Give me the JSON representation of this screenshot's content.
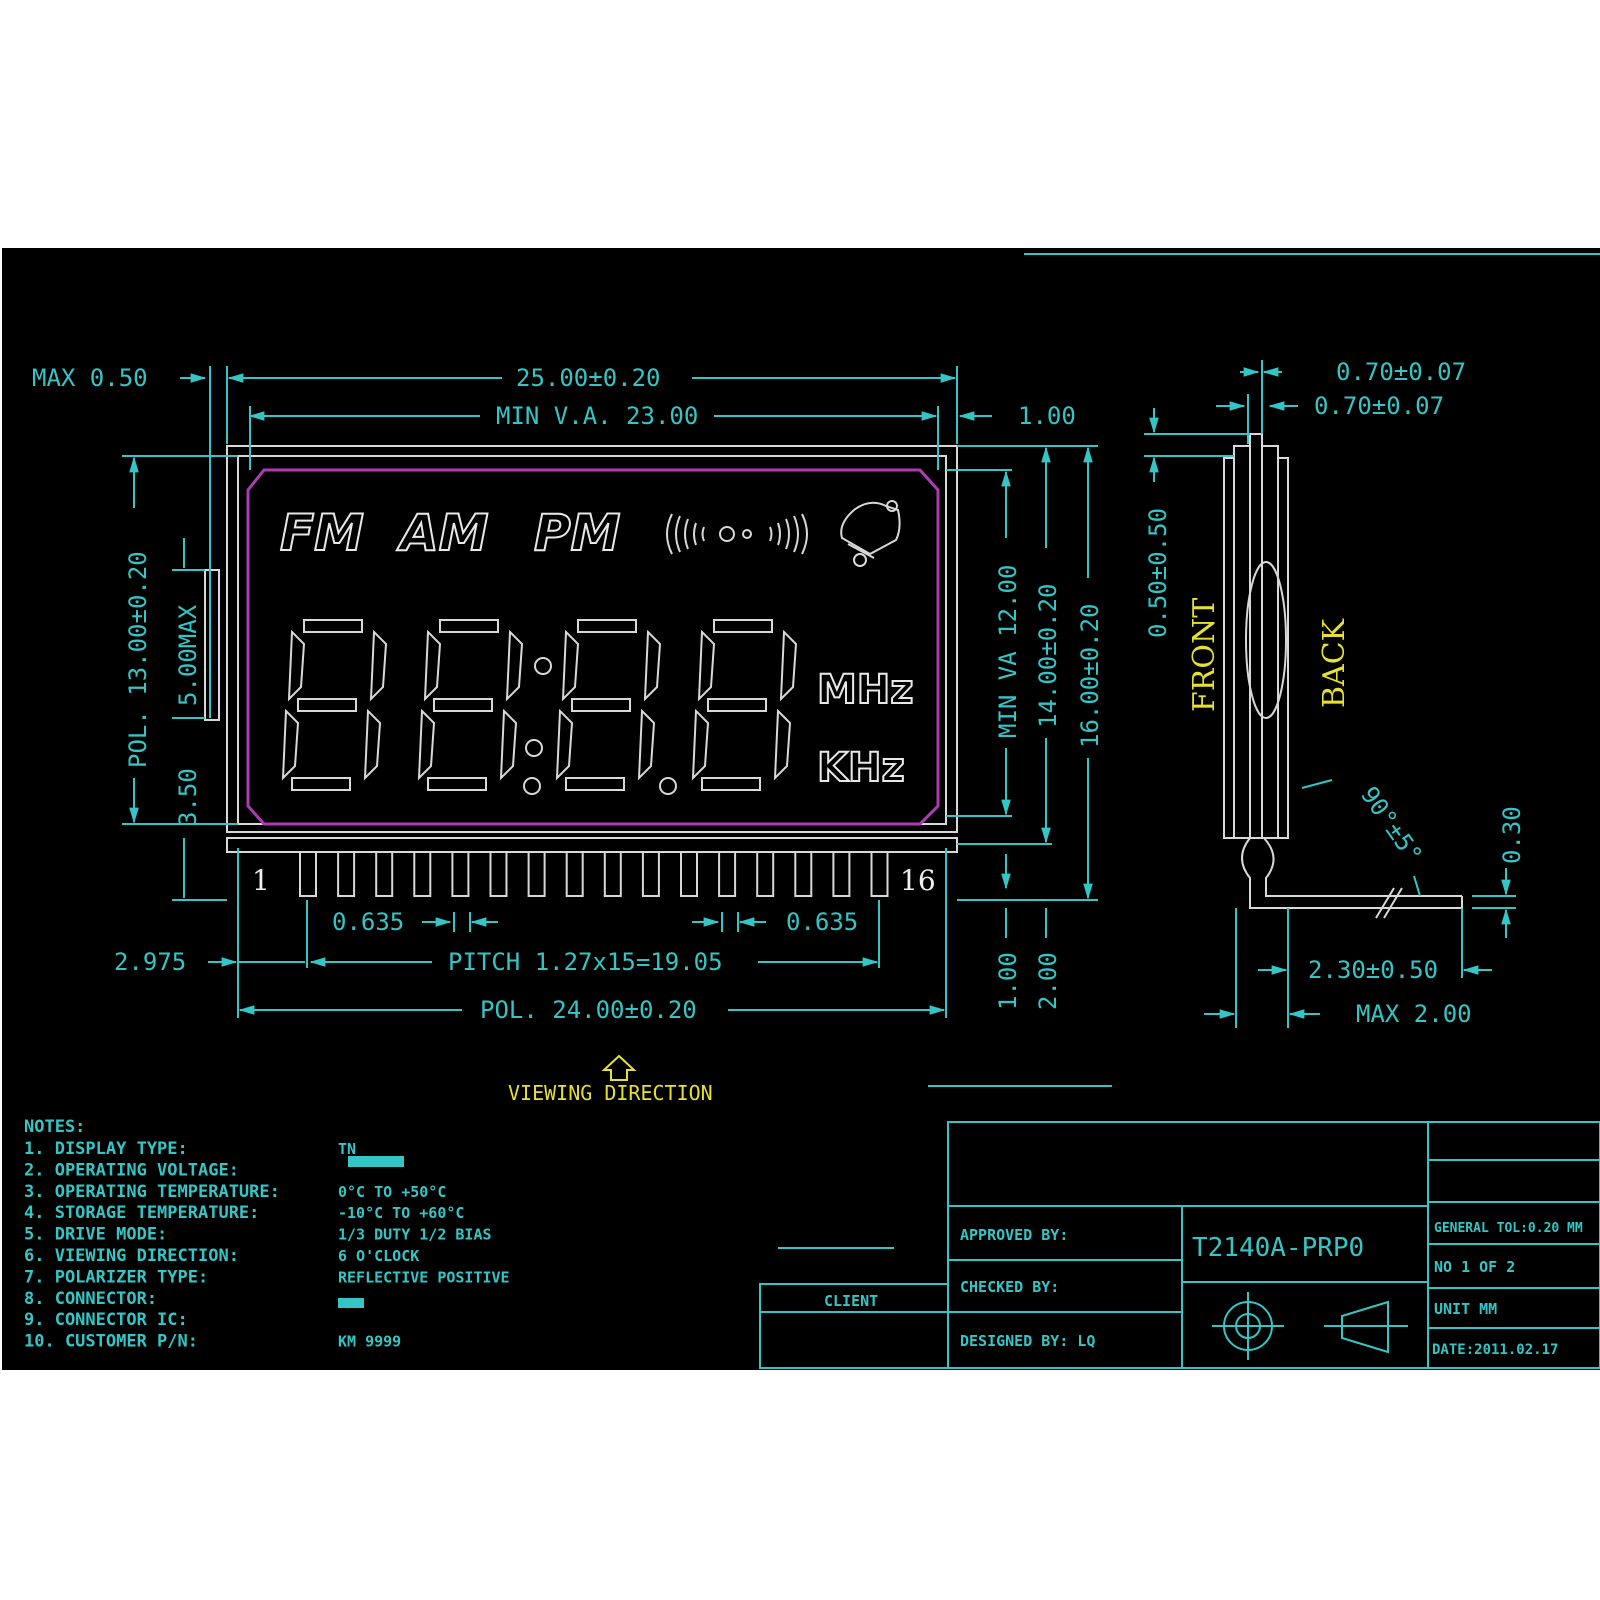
{
  "drawing": {
    "part_number": "T2140A-PRP0",
    "front_view": {
      "indicators": [
        "FM",
        "AM",
        "PM"
      ],
      "units": [
        "MHz",
        "KHz"
      ],
      "pins": {
        "first": "1",
        "last": "16"
      },
      "icons": [
        "signal-waves-icon",
        "alarm-bell-icon"
      ]
    },
    "dimensions": {
      "max_050": "MAX 0.50",
      "width_total": "25.00±0.20",
      "min_va_width": "MIN V.A. 23.00",
      "d_100": "1.00",
      "pol_height": "POL. 13.00±0.20",
      "max_500": "5.00MAX",
      "d_350": "3.50",
      "min_va_height": "MIN VA 12.00",
      "height_1400": "14.00±0.20",
      "height_1600": "16.00±0.20",
      "pin_width_left": "0.635",
      "pin_width_right": "0.635",
      "offset_2975": "2.975",
      "pitch": "PITCH 1.27x15=19.05",
      "pol_width": "POL. 24.00±0.20",
      "d_bottom_100": "1.00",
      "d_bottom_200": "2.00"
    },
    "side_view": {
      "glass_1": "0.70±0.07",
      "glass_2": "0.70±0.07",
      "gap": "0.50±0.50",
      "front_label": "FRONT",
      "back_label": "BACK",
      "angle": "90°±5°",
      "thickness": "0.30",
      "pin_length": "2.30±0.50",
      "max_200": "MAX 2.00"
    },
    "viewing_direction": "VIEWING DIRECTION"
  },
  "notes": {
    "title": "NOTES:",
    "items": [
      {
        "label": "1. DISPLAY TYPE:",
        "value": "TN"
      },
      {
        "label": "2. OPERATING VOLTAGE:",
        "value": ""
      },
      {
        "label": "3. OPERATING TEMPERATURE:",
        "value": "0°C TO +50°C"
      },
      {
        "label": "4. STORAGE TEMPERATURE:",
        "value": "-10°C TO +60°C"
      },
      {
        "label": "5. DRIVE MODE:",
        "value": "1/3 DUTY 1/2 BIAS"
      },
      {
        "label": "6. VIEWING DIRECTION:",
        "value": "6 O'CLOCK"
      },
      {
        "label": "7. POLARIZER TYPE:",
        "value": "REFLECTIVE POSITIVE"
      },
      {
        "label": "8. CONNECTOR:",
        "value": ""
      },
      {
        "label": "9. CONNECTOR IC:",
        "value": ""
      },
      {
        "label": "10. CUSTOMER P/N:",
        "value": "KM 9999"
      }
    ]
  },
  "title_block": {
    "client": "CLIENT",
    "approved_by": "APPROVED BY:",
    "checked_by": "CHECKED BY:",
    "designed_by": "DESIGNED BY: LQ",
    "general_tol": "GENERAL TOL:0.20 MM",
    "sheet": "NO 1 OF 2",
    "unit": "UNIT MM",
    "date": "DATE:2011.02.17"
  },
  "colors": {
    "background": "#000000",
    "dimension": "#34c6c6",
    "outline": "#d8d8d8",
    "viewing_area": "#b03ab0",
    "label": "#e6e033"
  }
}
